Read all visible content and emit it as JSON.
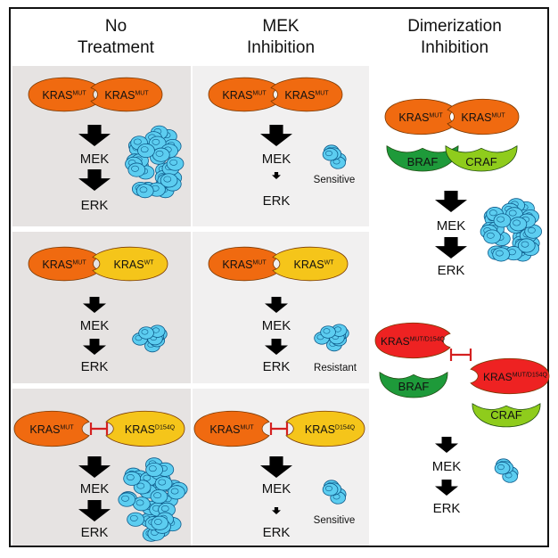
{
  "columns": [
    {
      "title_line1": "No",
      "title_line2": "Treatment"
    },
    {
      "title_line1": "MEK",
      "title_line2": "Inhibition"
    },
    {
      "title_line1": "Dimerization",
      "title_line2": "Inhibition"
    }
  ],
  "labels": {
    "kras": "KRAS",
    "mut": "MUT",
    "wt": "WT",
    "d154q": "D154Q",
    "mut_d154q": "MUT/D154Q",
    "braf": "BRAF",
    "craf": "CRAF",
    "mek": "MEK",
    "erk": "ERK",
    "sensitive": "Sensitive",
    "resistant": "Resistant"
  },
  "colors": {
    "kras_mut": "#f06a10",
    "kras_wt": "#f5c51a",
    "kras_inhibited": "#ee2222",
    "braf": "#1e9a3a",
    "craf": "#8fcc1c",
    "cells": "#5ccdf0",
    "panel_gray": "#e6e3e2",
    "panel_light": "#f1f0f0",
    "block_bar": "#d42020"
  },
  "icons": [
    "arrow-down-icon",
    "cell-cluster-icon",
    "inhibition-bar-icon"
  ]
}
